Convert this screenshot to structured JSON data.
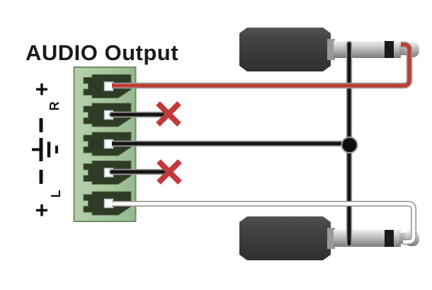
{
  "title": "AUDIO Output",
  "pin_labels": {
    "right_plus": "+",
    "right_channel": "R",
    "right_minus": "−",
    "ground": "⏚",
    "left_minus": "−",
    "left_channel": "L",
    "left_plus": "+"
  },
  "connector": {
    "type": "5-pin terminal block",
    "pin_count": 5
  },
  "wires": [
    {
      "name": "right signal wire",
      "color": "#c23a30",
      "from": "R + pin",
      "to": "tip of top plug"
    },
    {
      "name": "right minus stub",
      "color": "#141414",
      "marked": "X"
    },
    {
      "name": "ground wire",
      "color": "#141414",
      "from": "ground pin",
      "to": "sleeve of both plugs"
    },
    {
      "name": "left minus stub",
      "color": "#141414",
      "marked": "X"
    },
    {
      "name": "left signal wire",
      "color": "#ffffff",
      "from": "L + pin",
      "to": "tip of bottom plug"
    }
  ],
  "x_mark": {
    "symbol": "X",
    "color": "#c23a3a",
    "count": 2
  },
  "plugs": {
    "count": 2,
    "type": "audio plug"
  },
  "colors": {
    "block_green_light": "#aecba6",
    "block_green_dark": "#98bb8f",
    "cavity_green": "#2e3c26",
    "wire_outline": "#9c9c9c",
    "red_wire": "#c23a30",
    "black_wire": "#141414",
    "white_wire": "#ffffff",
    "x_mark": "#c23a3a"
  }
}
